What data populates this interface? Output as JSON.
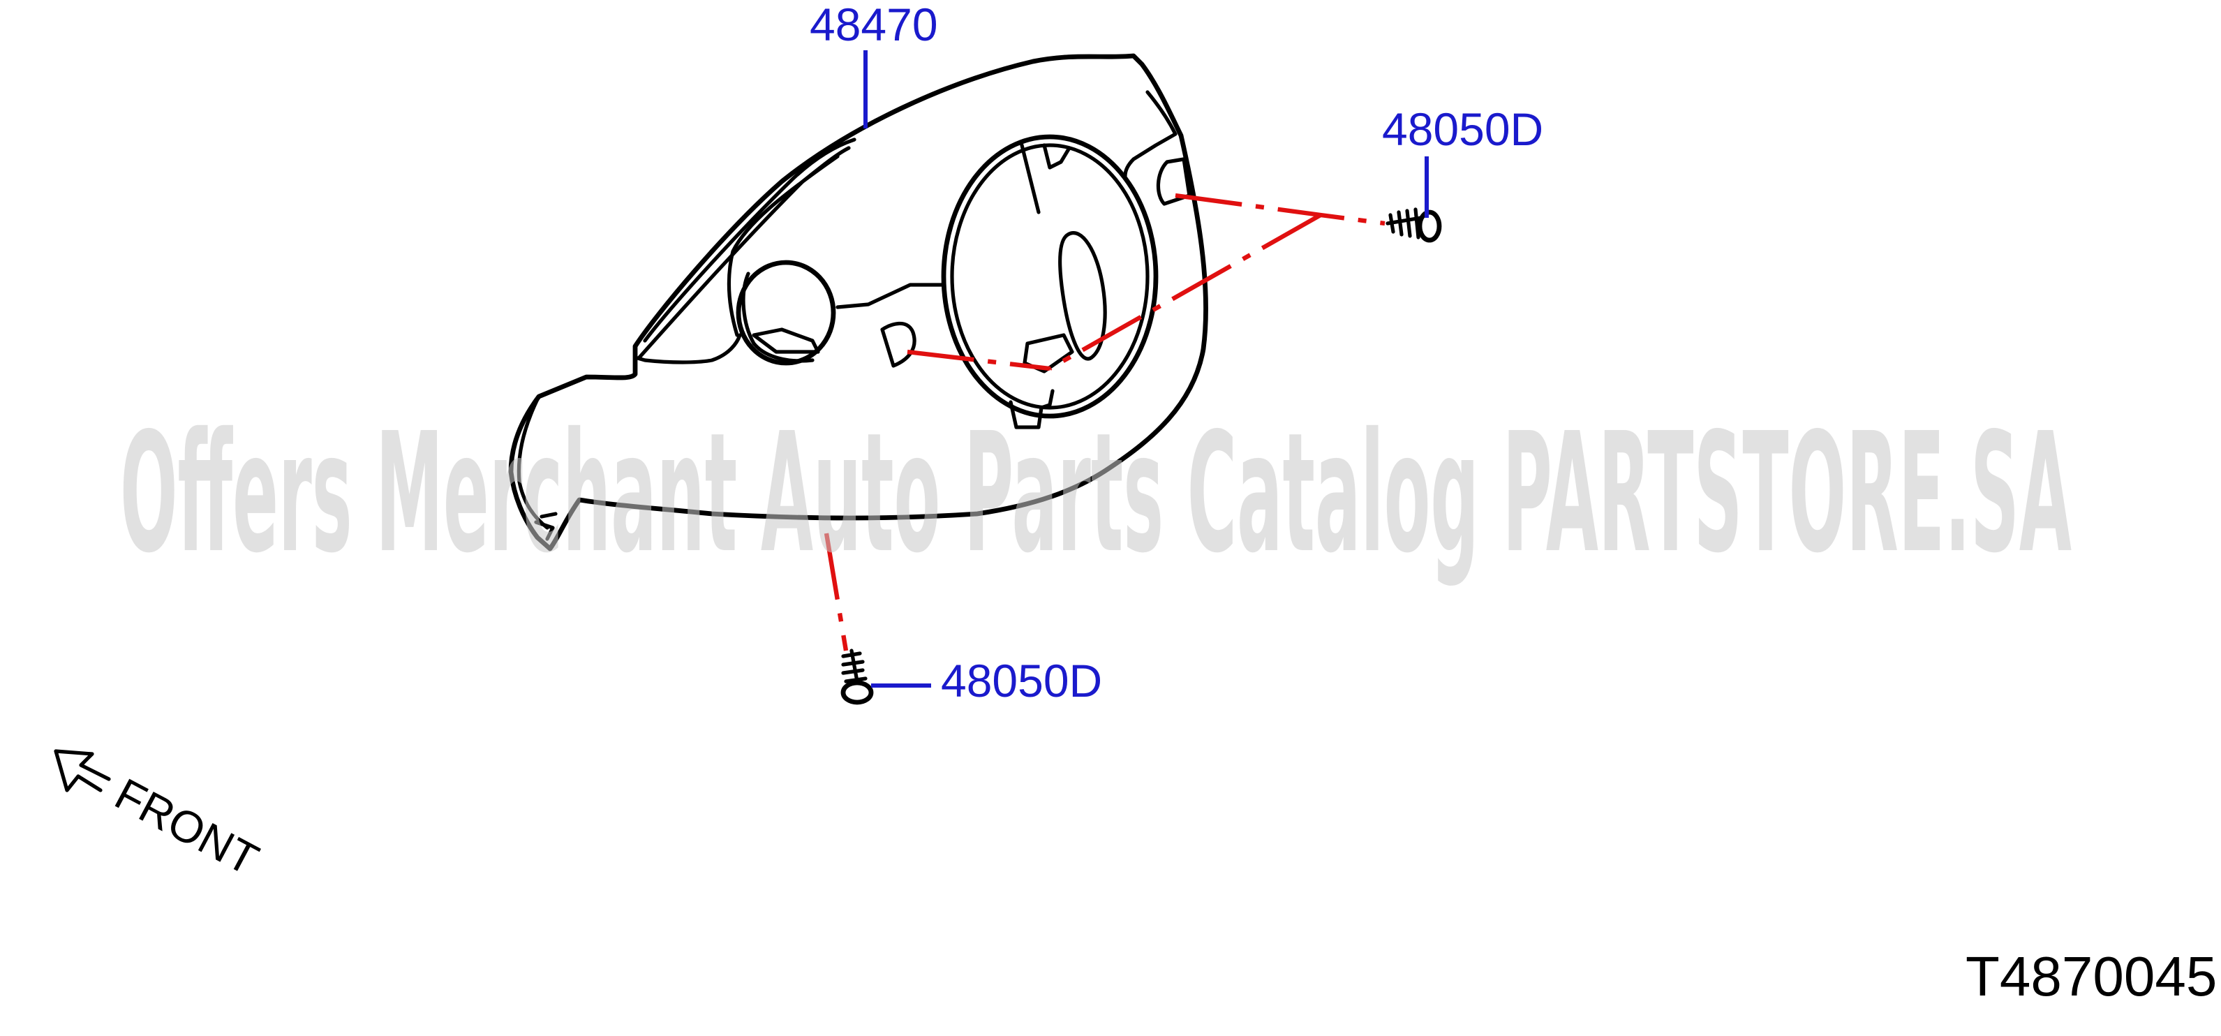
{
  "diagram": {
    "parts": [
      {
        "number": "48470"
      },
      {
        "number": "48050D"
      },
      {
        "number": "48050D"
      }
    ],
    "orientation_label": "FRONT",
    "diagram_code": "T4870045",
    "watermark": "Offers Merchant Auto Parts Catalog PARTSTORE.SA",
    "colors": {
      "callout_text": "#1a1acc",
      "dash_line": "#e01010",
      "outline": "#000000",
      "watermark": "#c8c8c8"
    }
  }
}
